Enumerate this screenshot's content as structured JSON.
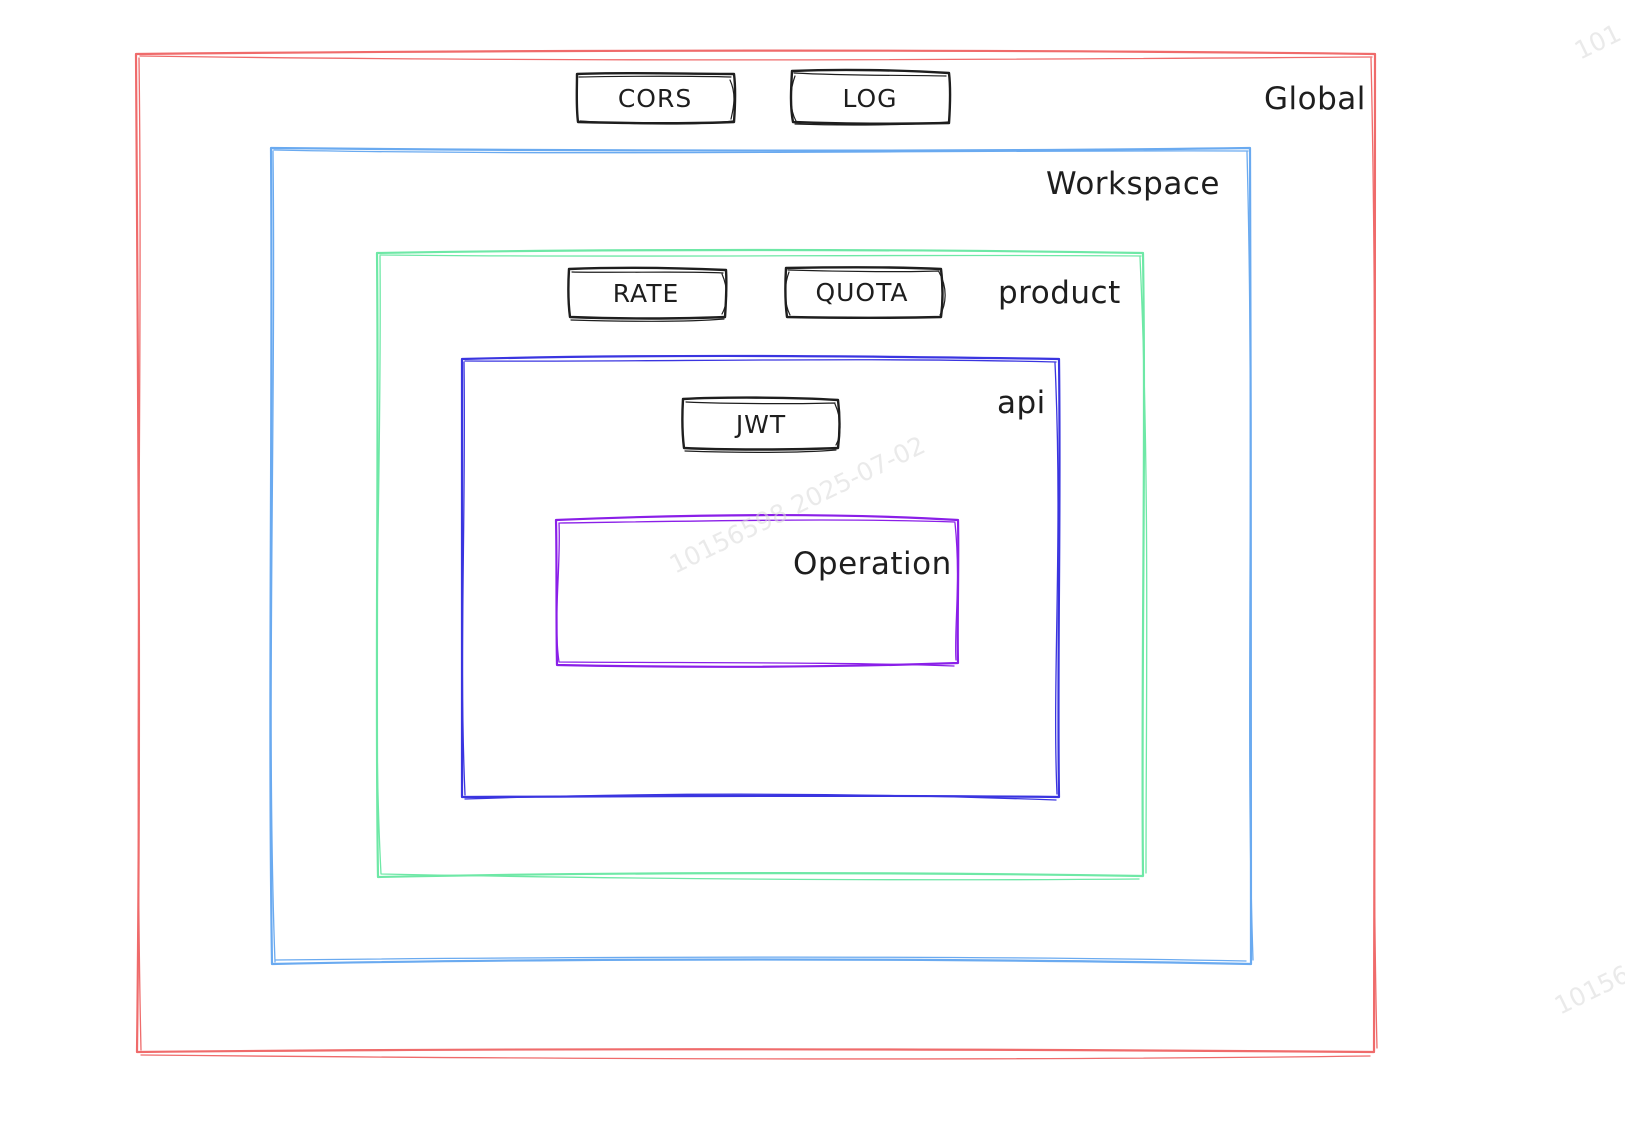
{
  "diagram": {
    "scopes": {
      "global": {
        "label": "Global",
        "color": "#ef6b6b"
      },
      "workspace": {
        "label": "Workspace",
        "color": "#6aaaf0"
      },
      "product": {
        "label": "product",
        "color": "#6ee8a6"
      },
      "api": {
        "label": "api",
        "color": "#3a35e0"
      },
      "operation": {
        "label": "Operation",
        "color": "#8a1fe8"
      }
    },
    "policies": {
      "cors": "CORS",
      "log": "LOG",
      "rate": "RATE",
      "quota": "QUOTA",
      "jwt": "JWT"
    },
    "policy_border_color": "#1e1e1e",
    "watermark": "10156598 2025-07-02",
    "watermark_edge_top": "101",
    "watermark_edge_bottom": "10156"
  }
}
